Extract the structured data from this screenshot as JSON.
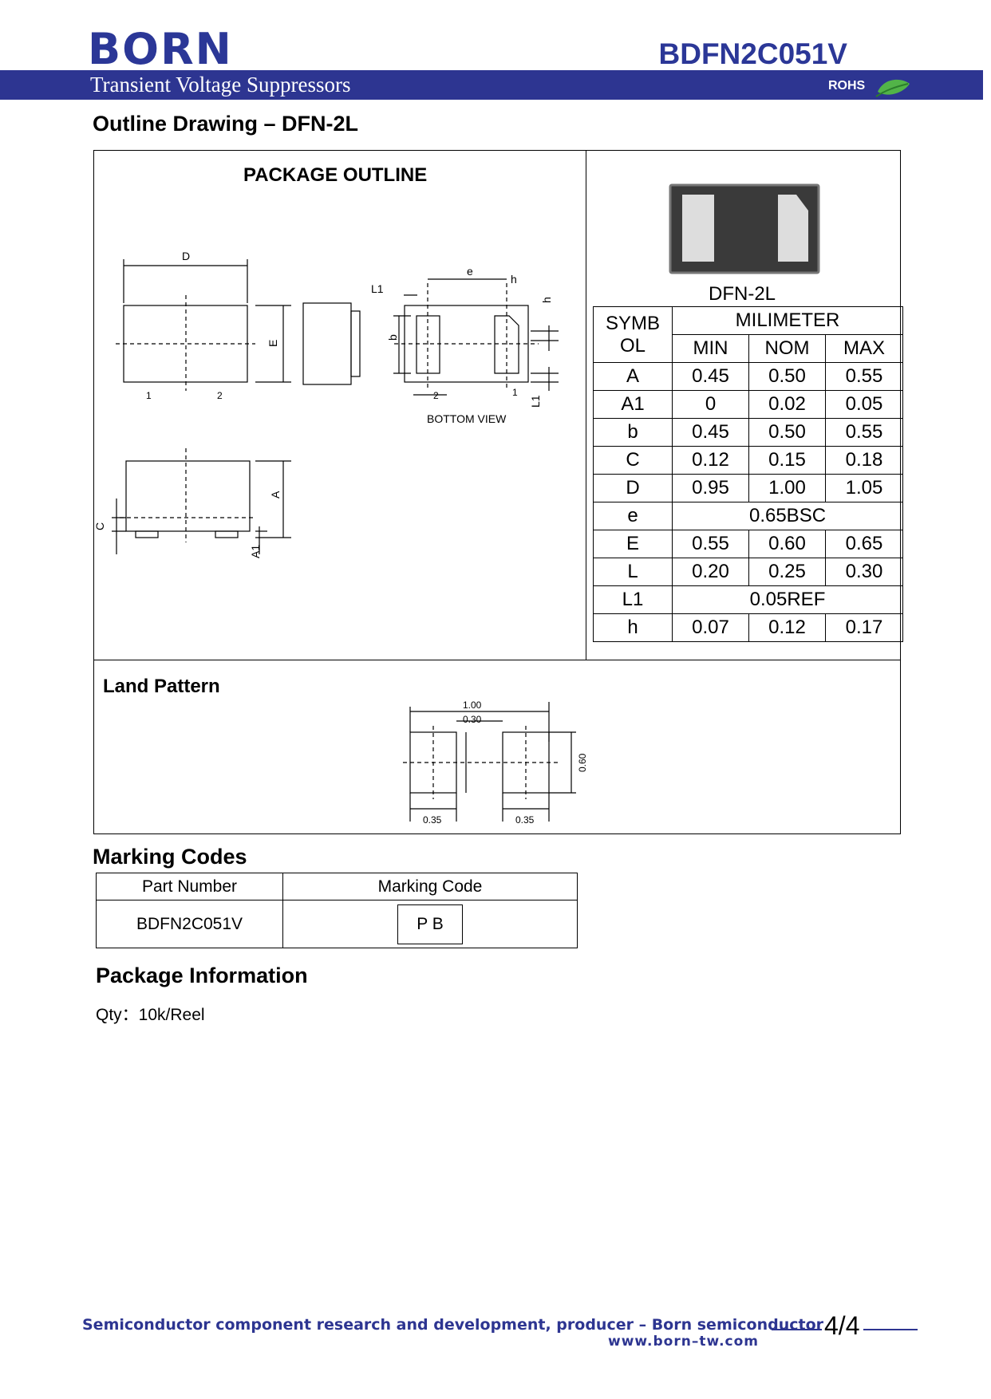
{
  "header": {
    "logo": "BORN",
    "part_number": "BDFN2C051V",
    "subtitle": "Transient Voltage Suppressors",
    "rohs": "ROHS"
  },
  "outline": {
    "heading": "Outline Drawing – DFN-2L",
    "package_outline_title": "PACKAGE OUTLINE",
    "package_name": "DFN-2L",
    "drawing_labels": {
      "D": "D",
      "E": "E",
      "L1": "L1",
      "e": "e",
      "h": "h",
      "b": "b",
      "pin1": "1",
      "pin2": "2",
      "bottom_view": "BOTTOM VIEW",
      "A": "A",
      "A1": "A1",
      "C": "C",
      "L1_right": "L1"
    }
  },
  "dimensions_table": {
    "symbol_header": "SYMB\nOL",
    "symbol_header_line1": "SYMB",
    "symbol_header_line2": "OL",
    "unit_header": "MILIMETER",
    "columns": [
      "MIN",
      "NOM",
      "MAX"
    ],
    "rows": [
      {
        "sym": "A",
        "min": "0.45",
        "nom": "0.50",
        "max": "0.55"
      },
      {
        "sym": "A1",
        "min": "0",
        "nom": "0.02",
        "max": "0.05"
      },
      {
        "sym": "b",
        "min": "0.45",
        "nom": "0.50",
        "max": "0.55"
      },
      {
        "sym": "C",
        "min": "0.12",
        "nom": "0.15",
        "max": "0.18"
      },
      {
        "sym": "D",
        "min": "0.95",
        "nom": "1.00",
        "max": "1.05"
      },
      {
        "sym": "e",
        "span": "0.65BSC"
      },
      {
        "sym": "E",
        "min": "0.55",
        "nom": "0.60",
        "max": "0.65"
      },
      {
        "sym": "L",
        "min": "0.20",
        "nom": "0.25",
        "max": "0.30"
      },
      {
        "sym": "L1",
        "span": "0.05REF"
      },
      {
        "sym": "h",
        "min": "0.07",
        "nom": "0.12",
        "max": "0.17"
      }
    ]
  },
  "land_pattern": {
    "title": "Land Pattern",
    "dim_total": "1.00",
    "dim_gap": "0.30",
    "dim_height": "0.60",
    "dim_pad_left": "0.35",
    "dim_pad_right": "0.35"
  },
  "marking": {
    "heading": "Marking Codes",
    "col_part": "Part Number",
    "col_code": "Marking Code",
    "part": "BDFN2C051V",
    "code": "P B"
  },
  "package_info": {
    "heading": "Package Information",
    "qty": "Qty：10k/Reel"
  },
  "footer": {
    "text": "Semiconductor component research and development, producer – Born semiconductor",
    "url": "www.born–tw.com",
    "page": "4/4"
  },
  "colors": {
    "brand": "#2d3591",
    "rohs_leaf": "#4caf50"
  }
}
